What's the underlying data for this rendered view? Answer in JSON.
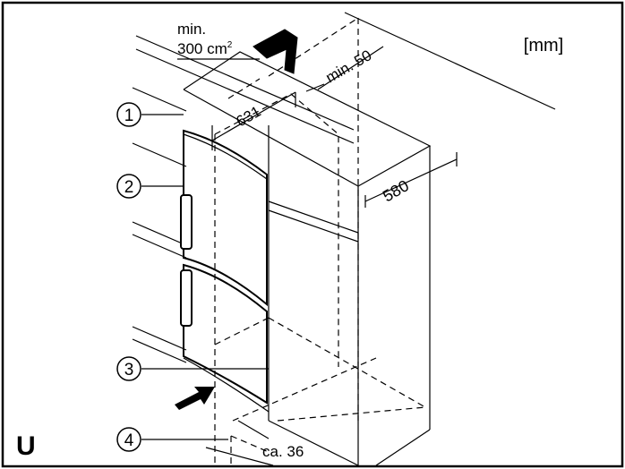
{
  "diagram": {
    "unit_label": "[mm]",
    "corner_letter": "U",
    "ventilation": {
      "line1": "min.",
      "line2": "300 cm",
      "superscript": "2"
    },
    "dimensions": {
      "top_gap": "min. 50",
      "width": "631",
      "depth": "580",
      "bottom_gap": "ca. 36"
    },
    "callouts": [
      {
        "num": "1"
      },
      {
        "num": "2"
      },
      {
        "num": "3"
      },
      {
        "num": "4"
      }
    ]
  }
}
